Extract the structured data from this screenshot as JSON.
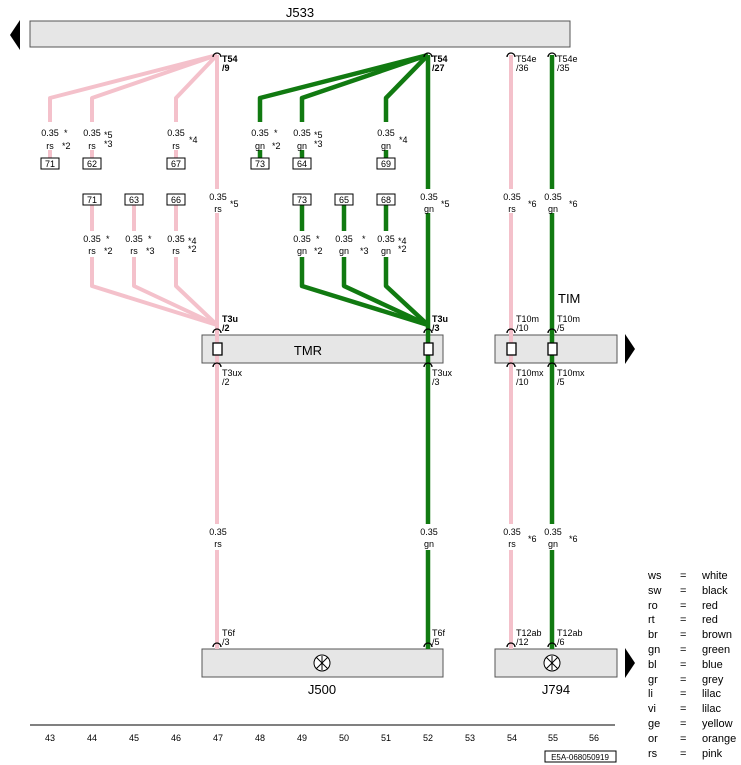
{
  "components": {
    "top": "J533",
    "tmr": "TMR",
    "right_mid": "TIM",
    "bottom_left": "J500",
    "bottom_right": "J794"
  },
  "top_connectors": {
    "t54_9": [
      "T54",
      "/9"
    ],
    "t54_27": [
      "T54",
      "/27"
    ],
    "t54e_36": [
      "T54e",
      "/36"
    ],
    "t54e_35": [
      "T54e",
      "/35"
    ]
  },
  "mid_top_connectors": {
    "t3u_2": [
      "T3u",
      "/2"
    ],
    "t3u_3": [
      "T3u",
      "/3"
    ],
    "t10m_10": [
      "T10m",
      "/10"
    ],
    "t10m_5": [
      "T10m",
      "/5"
    ]
  },
  "mid_bot_connectors": {
    "t3ux_2": [
      "T3ux",
      "/2"
    ],
    "t3ux_3": [
      "T3ux",
      "/3"
    ],
    "t10mx_10": [
      "T10mx",
      "/10"
    ],
    "t10mx_5": [
      "T10mx",
      "/5"
    ]
  },
  "bottom_connectors": {
    "t6f_3": [
      "T6f",
      "/3"
    ],
    "t6f_5": [
      "T6f",
      "/5"
    ],
    "t12ab_12": [
      "T12ab",
      "/12"
    ],
    "t12ab_6": [
      "T12ab",
      "/6"
    ]
  },
  "wire_labels": {
    "p1": [
      "0.35",
      "*",
      "rs",
      "*2"
    ],
    "p2": [
      "0.35",
      "*5",
      "rs",
      "*3"
    ],
    "p3": [
      "0.35",
      "*4",
      "rs",
      ""
    ],
    "g1": [
      "0.35",
      "*",
      "gn",
      "*2"
    ],
    "g2": [
      "0.35",
      "*5",
      "gn",
      "*3"
    ],
    "g3": [
      "0.35",
      "*4",
      "gn",
      ""
    ],
    "m47": [
      "0.35",
      "",
      "rs",
      "*5"
    ],
    "m52": [
      "0.35",
      "",
      "gn",
      "*5"
    ],
    "m54": [
      "0.35",
      "",
      "rs",
      "*6"
    ],
    "m55": [
      "0.35",
      "",
      "gn",
      "*6"
    ],
    "b43": [
      "0.35",
      "*",
      "rs",
      "*2"
    ],
    "b45": [
      "0.35",
      "*",
      "rs",
      "*3"
    ],
    "b46": [
      "0.35",
      "*4",
      "rs",
      "*2"
    ],
    "b49": [
      "0.35",
      "*",
      "gn",
      "*2"
    ],
    "b50": [
      "0.35",
      "*",
      "gn",
      "*3"
    ],
    "b51": [
      "0.35",
      "*4",
      "gn",
      "*2"
    ],
    "l47": [
      "0.35",
      "",
      "rs",
      ""
    ],
    "l52": [
      "0.35",
      "",
      "gn",
      ""
    ],
    "l54": [
      "0.35",
      "",
      "rs",
      "*6"
    ],
    "l55": [
      "0.35",
      "",
      "gn",
      "*6"
    ]
  },
  "boxes": {
    "row1": [
      "71",
      "62",
      "67",
      "73",
      "64",
      "69"
    ],
    "row2": [
      "71",
      "63",
      "66",
      "73",
      "65",
      "68"
    ]
  },
  "columns": [
    "43",
    "44",
    "45",
    "46",
    "47",
    "48",
    "49",
    "50",
    "51",
    "52",
    "53",
    "54",
    "55",
    "56"
  ],
  "doc_code": "E5A-068050919",
  "legend": [
    {
      "abbr": "ws",
      "eq": "=",
      "color": "white"
    },
    {
      "abbr": "sw",
      "eq": "=",
      "color": "black"
    },
    {
      "abbr": "ro",
      "eq": "=",
      "color": "red"
    },
    {
      "abbr": "rt",
      "eq": "=",
      "color": "red"
    },
    {
      "abbr": "br",
      "eq": "=",
      "color": "brown"
    },
    {
      "abbr": "gn",
      "eq": "=",
      "color": "green"
    },
    {
      "abbr": "bl",
      "eq": "=",
      "color": "blue"
    },
    {
      "abbr": "gr",
      "eq": "=",
      "color": "grey"
    },
    {
      "abbr": "li",
      "eq": "=",
      "color": "lilac"
    },
    {
      "abbr": "vi",
      "eq": "=",
      "color": "lilac"
    },
    {
      "abbr": "ge",
      "eq": "=",
      "color": "yellow"
    },
    {
      "abbr": "or",
      "eq": "=",
      "color": "orange"
    },
    {
      "abbr": "rs",
      "eq": "=",
      "color": "pink"
    }
  ],
  "colors": {
    "pink_wire": "#f4c1cb",
    "green_wire": "#117a11",
    "component_fill": "#e6e6e6"
  }
}
